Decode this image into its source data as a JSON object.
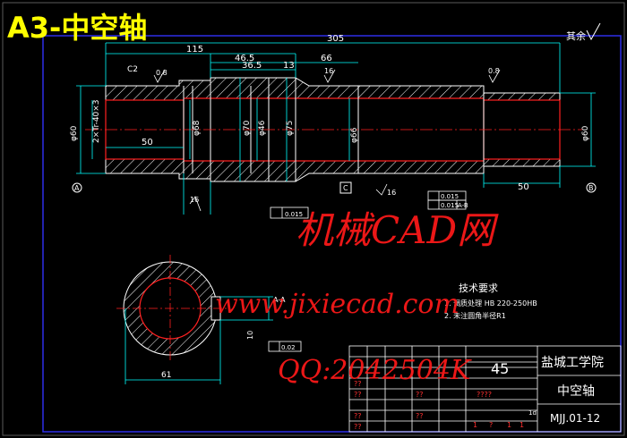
{
  "title": "A3-中空轴",
  "roughness_rest": "其余",
  "dimensions": {
    "total_length": "305",
    "left_len": "115",
    "d_46_5": "46.5",
    "d_36_5": "36.5",
    "d_13": "13",
    "d_66": "66",
    "left_bore_len": "50",
    "right_bore_len": "50",
    "chamfer": "C2",
    "thread": "2×Tr-40×3",
    "dia_left": "φ60",
    "dia_68": "φ68",
    "dia_70": "φ70",
    "dia_46": "φ46",
    "dia_75": "φ75",
    "dia_66": "φ66",
    "dia_right": "φ60",
    "r08a": "0.8",
    "r16a": "16",
    "r08b": "0.8",
    "r16b": "16",
    "r16c": "16",
    "section_width": "61",
    "section_label": "A-A",
    "key_depth": "10",
    "tol_1": "0.015",
    "tol_ab": "A-B",
    "tol_2": "0.015",
    "tol_3": "0.02",
    "tol_0015b": "0.015",
    "datum_a": "A",
    "datum_b": "B",
    "small_c": "C"
  },
  "tech_req": {
    "heading": "技术要求",
    "line1": "1. 调质处理 HB 220-250HB",
    "line2": "2. 未注圆角半径R1"
  },
  "title_block": {
    "school": "盐城工学院",
    "part_name": "中空轴",
    "drawing_no": "MJJ.01-12",
    "material": "45",
    "cells": [
      "??",
      "??",
      "??",
      "????",
      "??",
      "??",
      "??",
      "1",
      "?",
      "1",
      "1",
      "1d"
    ]
  },
  "watermark": {
    "line1": "机械CAD网",
    "line2": "www.jixiecad.com",
    "line3": "QQ:2042504K"
  }
}
